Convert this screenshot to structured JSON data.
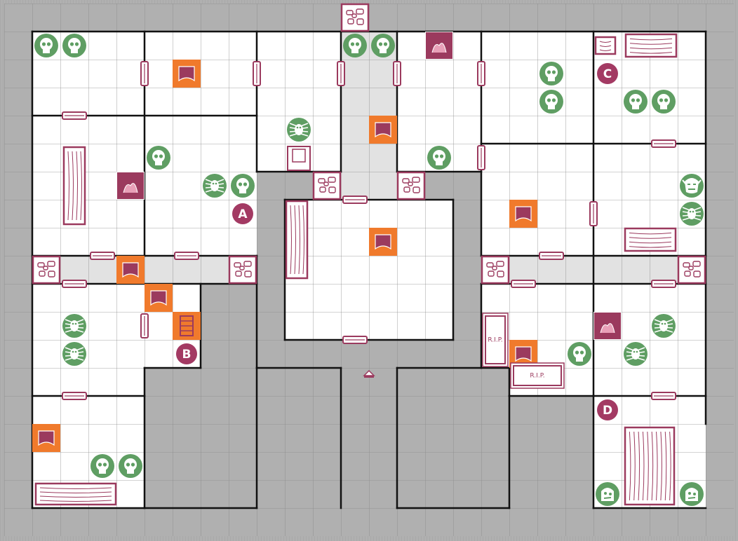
{
  "board": {
    "title": "",
    "colors": {
      "floor": "#ffffff",
      "blocked": "#b0b0b0",
      "corridor": "#e2e2e2",
      "grid": "#8a8a8a",
      "wall": "#111111",
      "furniture": "#9b3a5e",
      "monster": "#5f9e63",
      "trap": "#f07a2c",
      "marker": "#a33a63"
    }
  },
  "markers": [
    "A",
    "B",
    "C",
    "D"
  ],
  "furniture_labels": {
    "rip_1": "R.I.P.",
    "rip_2": "R.I.P."
  },
  "icons": {
    "monster_types": [
      "skull-icon",
      "spider-icon",
      "orc-icon",
      "zombie-icon"
    ],
    "trap": "pit-trap-icon",
    "door": "door-icon",
    "rubble": "rubble-icon",
    "stairs": "stairs-marker-icon"
  }
}
